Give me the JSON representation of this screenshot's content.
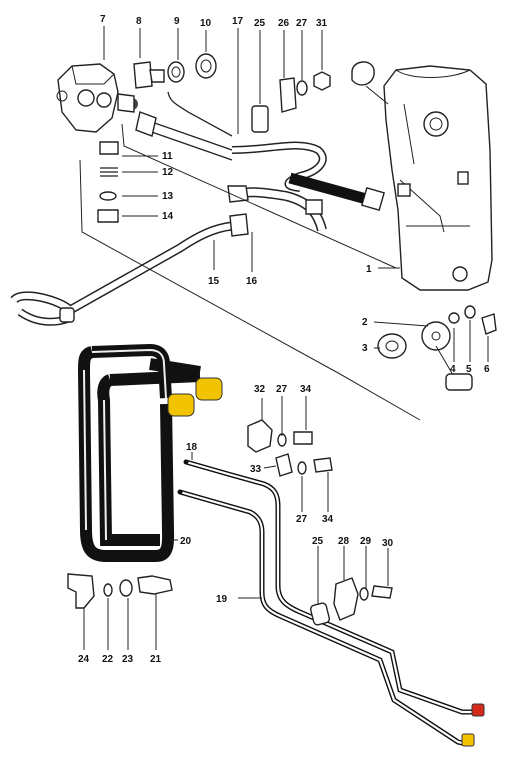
{
  "diagram": {
    "callouts": [
      "1",
      "2",
      "3",
      "4",
      "5",
      "6",
      "7",
      "8",
      "9",
      "10",
      "11",
      "12",
      "13",
      "14",
      "15",
      "16",
      "17",
      "18",
      "19",
      "20",
      "21",
      "22",
      "23",
      "24",
      "25",
      "26",
      "27",
      "28",
      "29",
      "30",
      "31",
      "32",
      "33",
      "34"
    ],
    "label_repeats": [
      "25",
      "27",
      "27",
      "34"
    ],
    "colors": {
      "background": "#ffffff",
      "line_art": "#222222",
      "cap_yellow": "#f2c400",
      "cap_red": "#d42a1c",
      "hose_dark": "#151515"
    }
  }
}
